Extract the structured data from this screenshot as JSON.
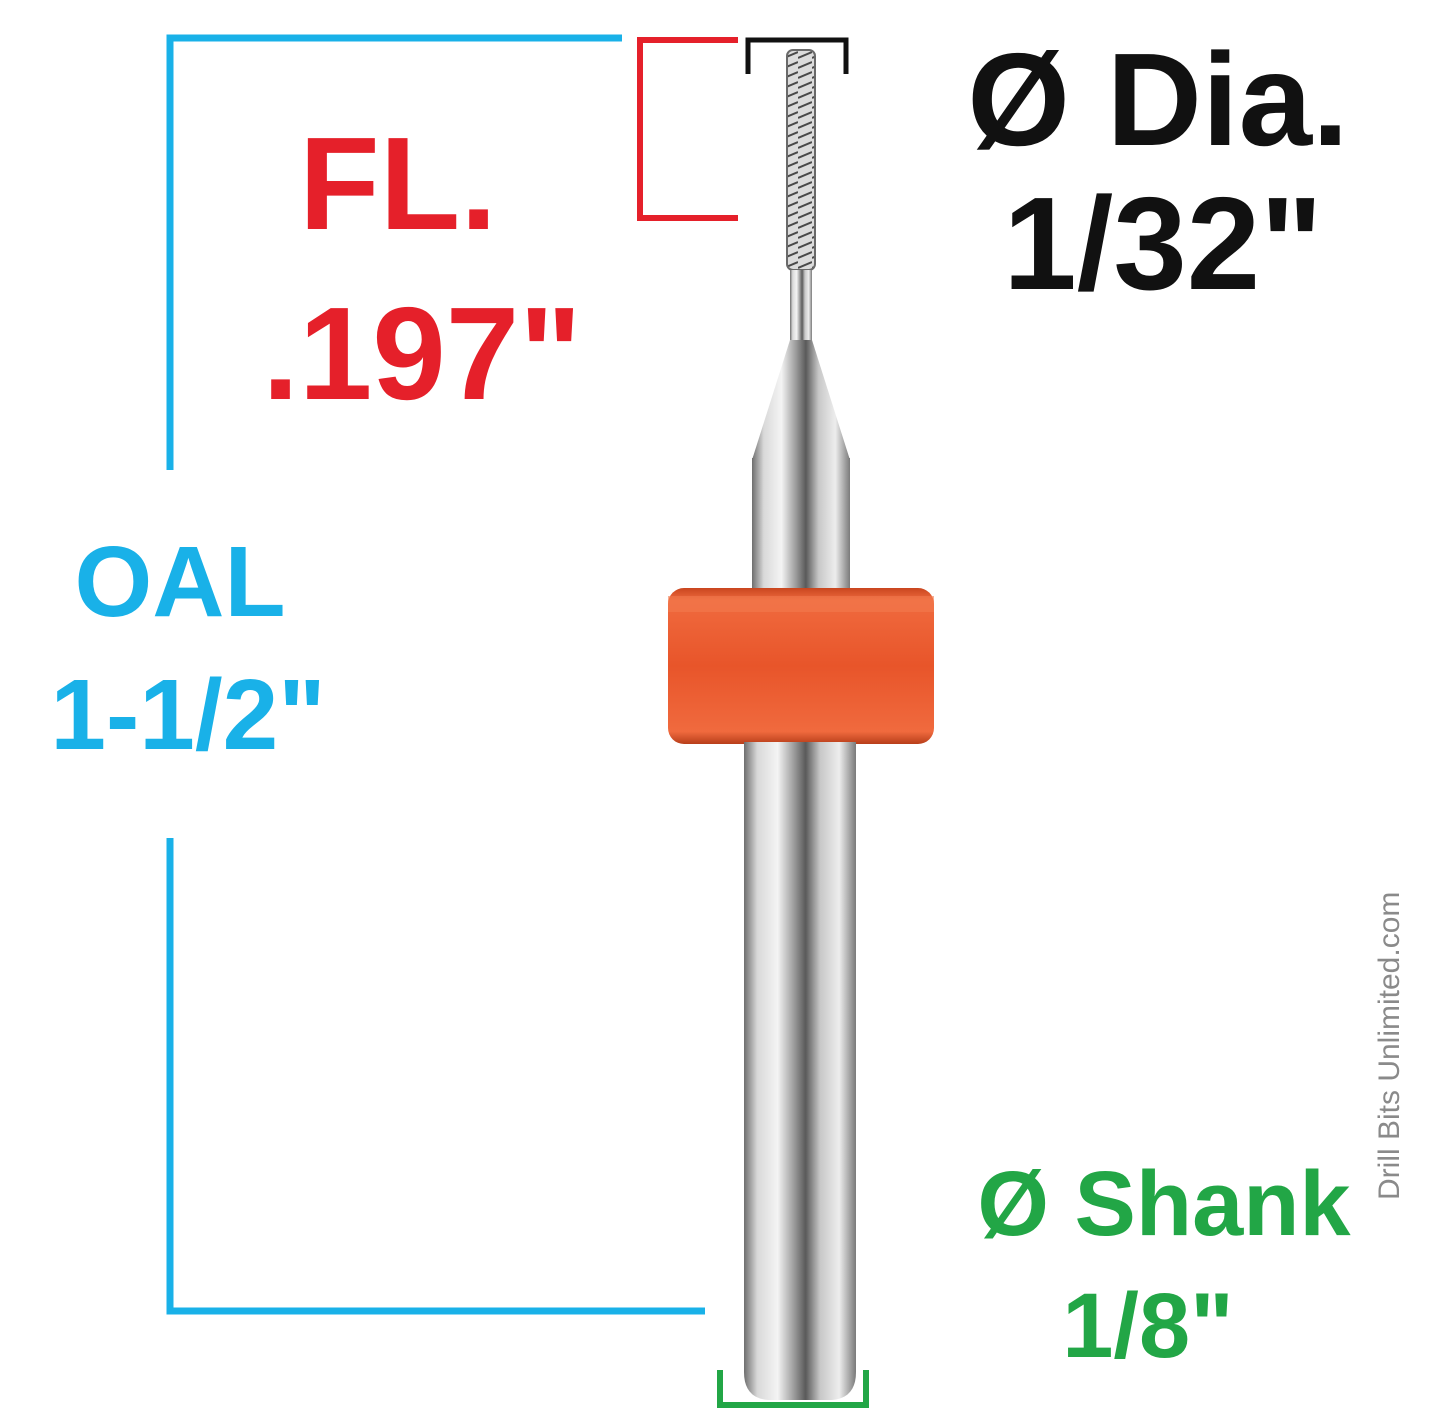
{
  "labels": {
    "flute_length_title": "FL.",
    "flute_length_value": ".197\"",
    "overall_length_title": "OAL",
    "overall_length_value": "1-1/2\"",
    "diameter_title": "Ø Dia.",
    "diameter_value": "1/32\"",
    "shank_title": "Ø Shank",
    "shank_value": "1/8\""
  },
  "watermark": "Drill Bits Unlimited.com",
  "colors": {
    "flute_length": "#e5202a",
    "overall_length": "#19b1e8",
    "diameter": "#111111",
    "shank": "#22a646",
    "collar": "#e8552a",
    "steel": "#b8b8b8"
  }
}
